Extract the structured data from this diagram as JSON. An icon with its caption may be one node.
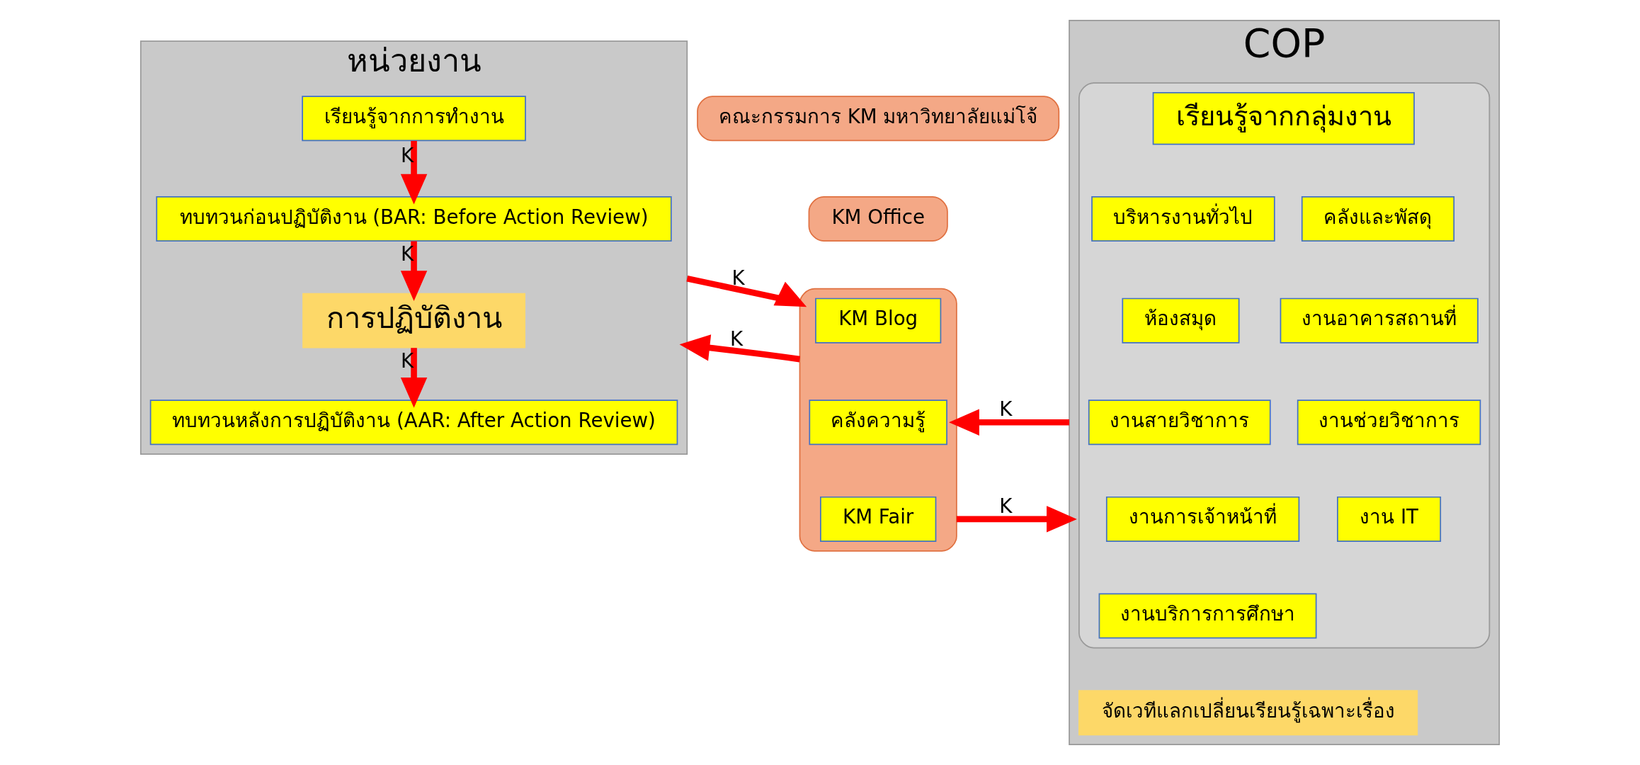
{
  "diagram": {
    "nodes": [
      {
        "text": [
          "หน่วยงาน"
        ]
      },
      {
        "text": [
          "เรียนรู้จากการทำงาน"
        ],
        "in": 0
      },
      {
        "text": [
          "ทบทวนก่อนปฏิบัติงาน (BAR: Before Action Review)"
        ],
        "in": 0
      },
      {
        "text": [
          "การปฏิบัติงาน"
        ],
        "in": 0
      },
      {
        "text": [
          "ทบทวนหลังการปฏิบัติงาน (AAR: After Action Review)"
        ],
        "in": 0
      },
      {
        "text": [
          "คณะกรรมการ KM มหาวิทยาลัยแม่โจ้"
        ]
      },
      {
        "text": [
          "KM Office"
        ]
      },
      {
        "text": [],
        "shape": "box"
      },
      {
        "text": [
          "KM Blog"
        ],
        "in": 7
      },
      {
        "text": [
          "คลังความรู้"
        ],
        "in": 7
      },
      {
        "text": [
          "KM Fair"
        ],
        "in": 7
      },
      {
        "text": [
          "COP"
        ]
      },
      {
        "text": [],
        "shape": "box",
        "in": 11
      },
      {
        "text": [
          "เรียนรู้จากกลุ่มงาน"
        ],
        "in": 12
      },
      {
        "text": [
          "บริหารงานทั่วไป"
        ],
        "in": 12
      },
      {
        "text": [
          "คลังและพัสดุ"
        ],
        "in": 12
      },
      {
        "text": [
          "ห้องสมุด"
        ],
        "in": 12
      },
      {
        "text": [
          "งานอาคารสถานที่"
        ],
        "in": 12
      },
      {
        "text": [
          "งานสายวิชาการ"
        ],
        "in": 12
      },
      {
        "text": [
          "งานช่วยวิชาการ"
        ],
        "in": 12
      },
      {
        "text": [
          "งานการเจ้าหน้าที่"
        ],
        "in": 12
      },
      {
        "text": [
          "งาน IT"
        ],
        "in": 12
      },
      {
        "text": [
          "งานบริการการศึกษา"
        ],
        "in": 12
      },
      {
        "text": [
          "จัดเวทีแลกเปลี่ยนเรียนรู้เฉพาะเรื่อง"
        ],
        "in": 11
      }
    ],
    "edges": [
      {
        "from": 1,
        "to": 2,
        "arrow": "to",
        "label": "K"
      },
      {
        "from": 2,
        "to": 3,
        "arrow": "to",
        "label": "K"
      },
      {
        "from": 3,
        "to": 4,
        "arrow": "to",
        "label": "K"
      },
      {
        "from": 0,
        "to": 7,
        "arrow": "to",
        "label": "K"
      },
      {
        "from": 7,
        "to": 0,
        "arrow": "to",
        "label": "K"
      },
      {
        "from": 7,
        "to": 11,
        "arrow": "to",
        "label": "K"
      },
      {
        "from": 11,
        "to": 7,
        "arrow": "to",
        "label": "K"
      }
    ]
  }
}
